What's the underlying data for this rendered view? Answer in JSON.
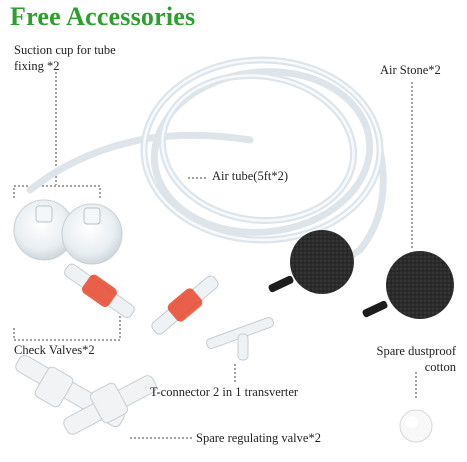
{
  "title": "Free Accessories",
  "labels": {
    "suction_cup_line1": "Suction cup for tube",
    "suction_cup_line2": "fixing *2",
    "air_stone": "Air Stone*2",
    "air_tube": "Air tube(5ft*2)",
    "check_valves": "Check Valves*2",
    "spare_cotton_line1": "Spare dustproof",
    "spare_cotton_line2": "cotton",
    "t_connector": "T-connector 2 in 1 transverter",
    "regulating_valve": "Spare regulating valve*2"
  },
  "colors": {
    "title": "#2e9e2e",
    "tube": "#e8eef2",
    "valve_core": "#e8452a",
    "stone": "#2a2a2a"
  }
}
